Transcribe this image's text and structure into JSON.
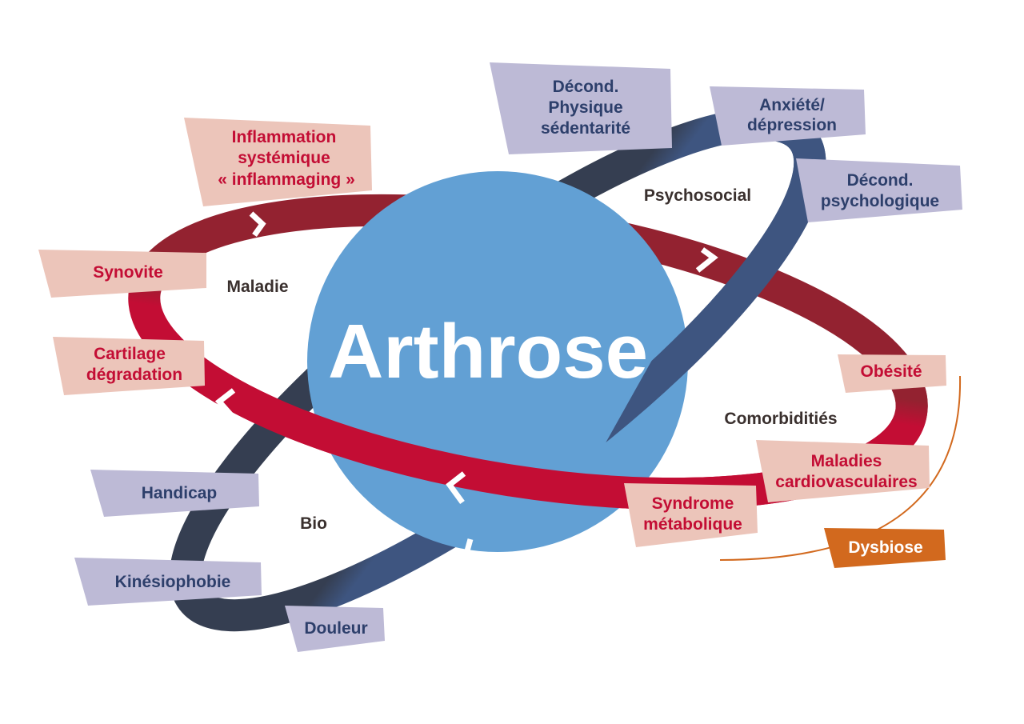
{
  "title": "Arthrose",
  "zones": {
    "psychosocial": "Psychosocial",
    "maladie": "Maladie",
    "comorbidites": "Comorbiditiés",
    "bio": "Bio"
  },
  "labels": {
    "decond_physique": [
      "Décond.",
      "Physique",
      "sédentarité"
    ],
    "anxiete": [
      "Anxiété/",
      "dépression"
    ],
    "decond_psycho": [
      "Décond.",
      "psychologique"
    ],
    "inflammation": [
      "Inflammation",
      "systémique",
      "« inflammaging »"
    ],
    "synovite": "Synovite",
    "cartilage": [
      "Cartilage",
      "dégradation"
    ],
    "handicap": "Handicap",
    "kinesiophobie": "Kinésiophobie",
    "douleur": "Douleur",
    "obesite": "Obésité",
    "maladies_cardio": [
      "Maladies",
      "cardiovasculaires"
    ],
    "syndrome": [
      "Syndrome",
      "métabolique"
    ],
    "dysbiose": "Dysbiose"
  },
  "colors": {
    "planet": "#62a0d4",
    "red_ring_dark": "#932230",
    "red_ring": "#c30d34",
    "blue_ring_dark": "#353e51",
    "blue_ring": "#3e5580",
    "orange": "#d2691e"
  }
}
